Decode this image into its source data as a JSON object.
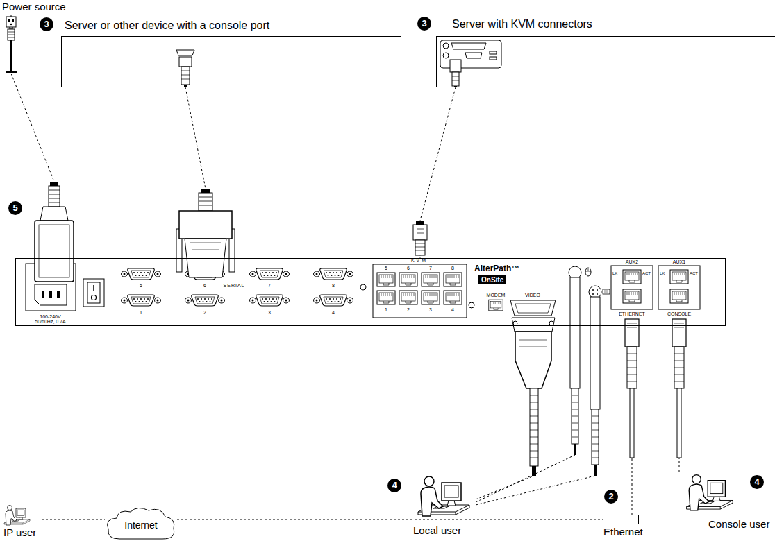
{
  "diagram": {
    "nodes": [
      {
        "text": [
          "Power source"
        ]
      },
      {
        "text": [
          "Server or other device with a console port"
        ]
      },
      {
        "text": [
          "Server with KVM connectors"
        ]
      },
      {
        "text": [
          "AlterPath™",
          "OnSite"
        ]
      },
      {
        "text": [
          "Local user"
        ]
      },
      {
        "text": [
          "Console user"
        ]
      },
      {
        "text": [
          "IP user"
        ]
      },
      {
        "text": [
          "Internet"
        ]
      },
      {
        "text": [
          "Ethernet"
        ]
      }
    ],
    "edges": [
      {
        "from": 0,
        "to": 3,
        "arrow": "none"
      },
      {
        "from": 1,
        "to": 3,
        "arrow": "none"
      },
      {
        "from": 2,
        "to": 3,
        "arrow": "none"
      },
      {
        "from": 4,
        "to": 3,
        "arrow": "none"
      },
      {
        "from": 4,
        "to": 3,
        "arrow": "none"
      },
      {
        "from": 4,
        "to": 3,
        "arrow": "none"
      },
      {
        "from": 5,
        "to": 3,
        "arrow": "none"
      },
      {
        "from": 8,
        "to": 3,
        "arrow": "none"
      },
      {
        "from": 7,
        "to": 8,
        "arrow": "none"
      },
      {
        "from": 6,
        "to": 7,
        "arrow": "none"
      }
    ],
    "labels": [
      "3",
      "3",
      "5",
      "SERIAL",
      "5",
      "6",
      "7",
      "8",
      "1",
      "2",
      "3",
      "4",
      "KVM",
      "5",
      "6",
      "7",
      "8",
      "1",
      "2",
      "3",
      "4",
      "MODEM",
      "VIDEO",
      "AUX2",
      "AUX1",
      "LK",
      "ACT",
      "LK",
      "ACT",
      "ETHERNET",
      "CONSOLE",
      "100-240V 50/60Hz, 0.7A",
      "4",
      "4",
      "2"
    ]
  }
}
